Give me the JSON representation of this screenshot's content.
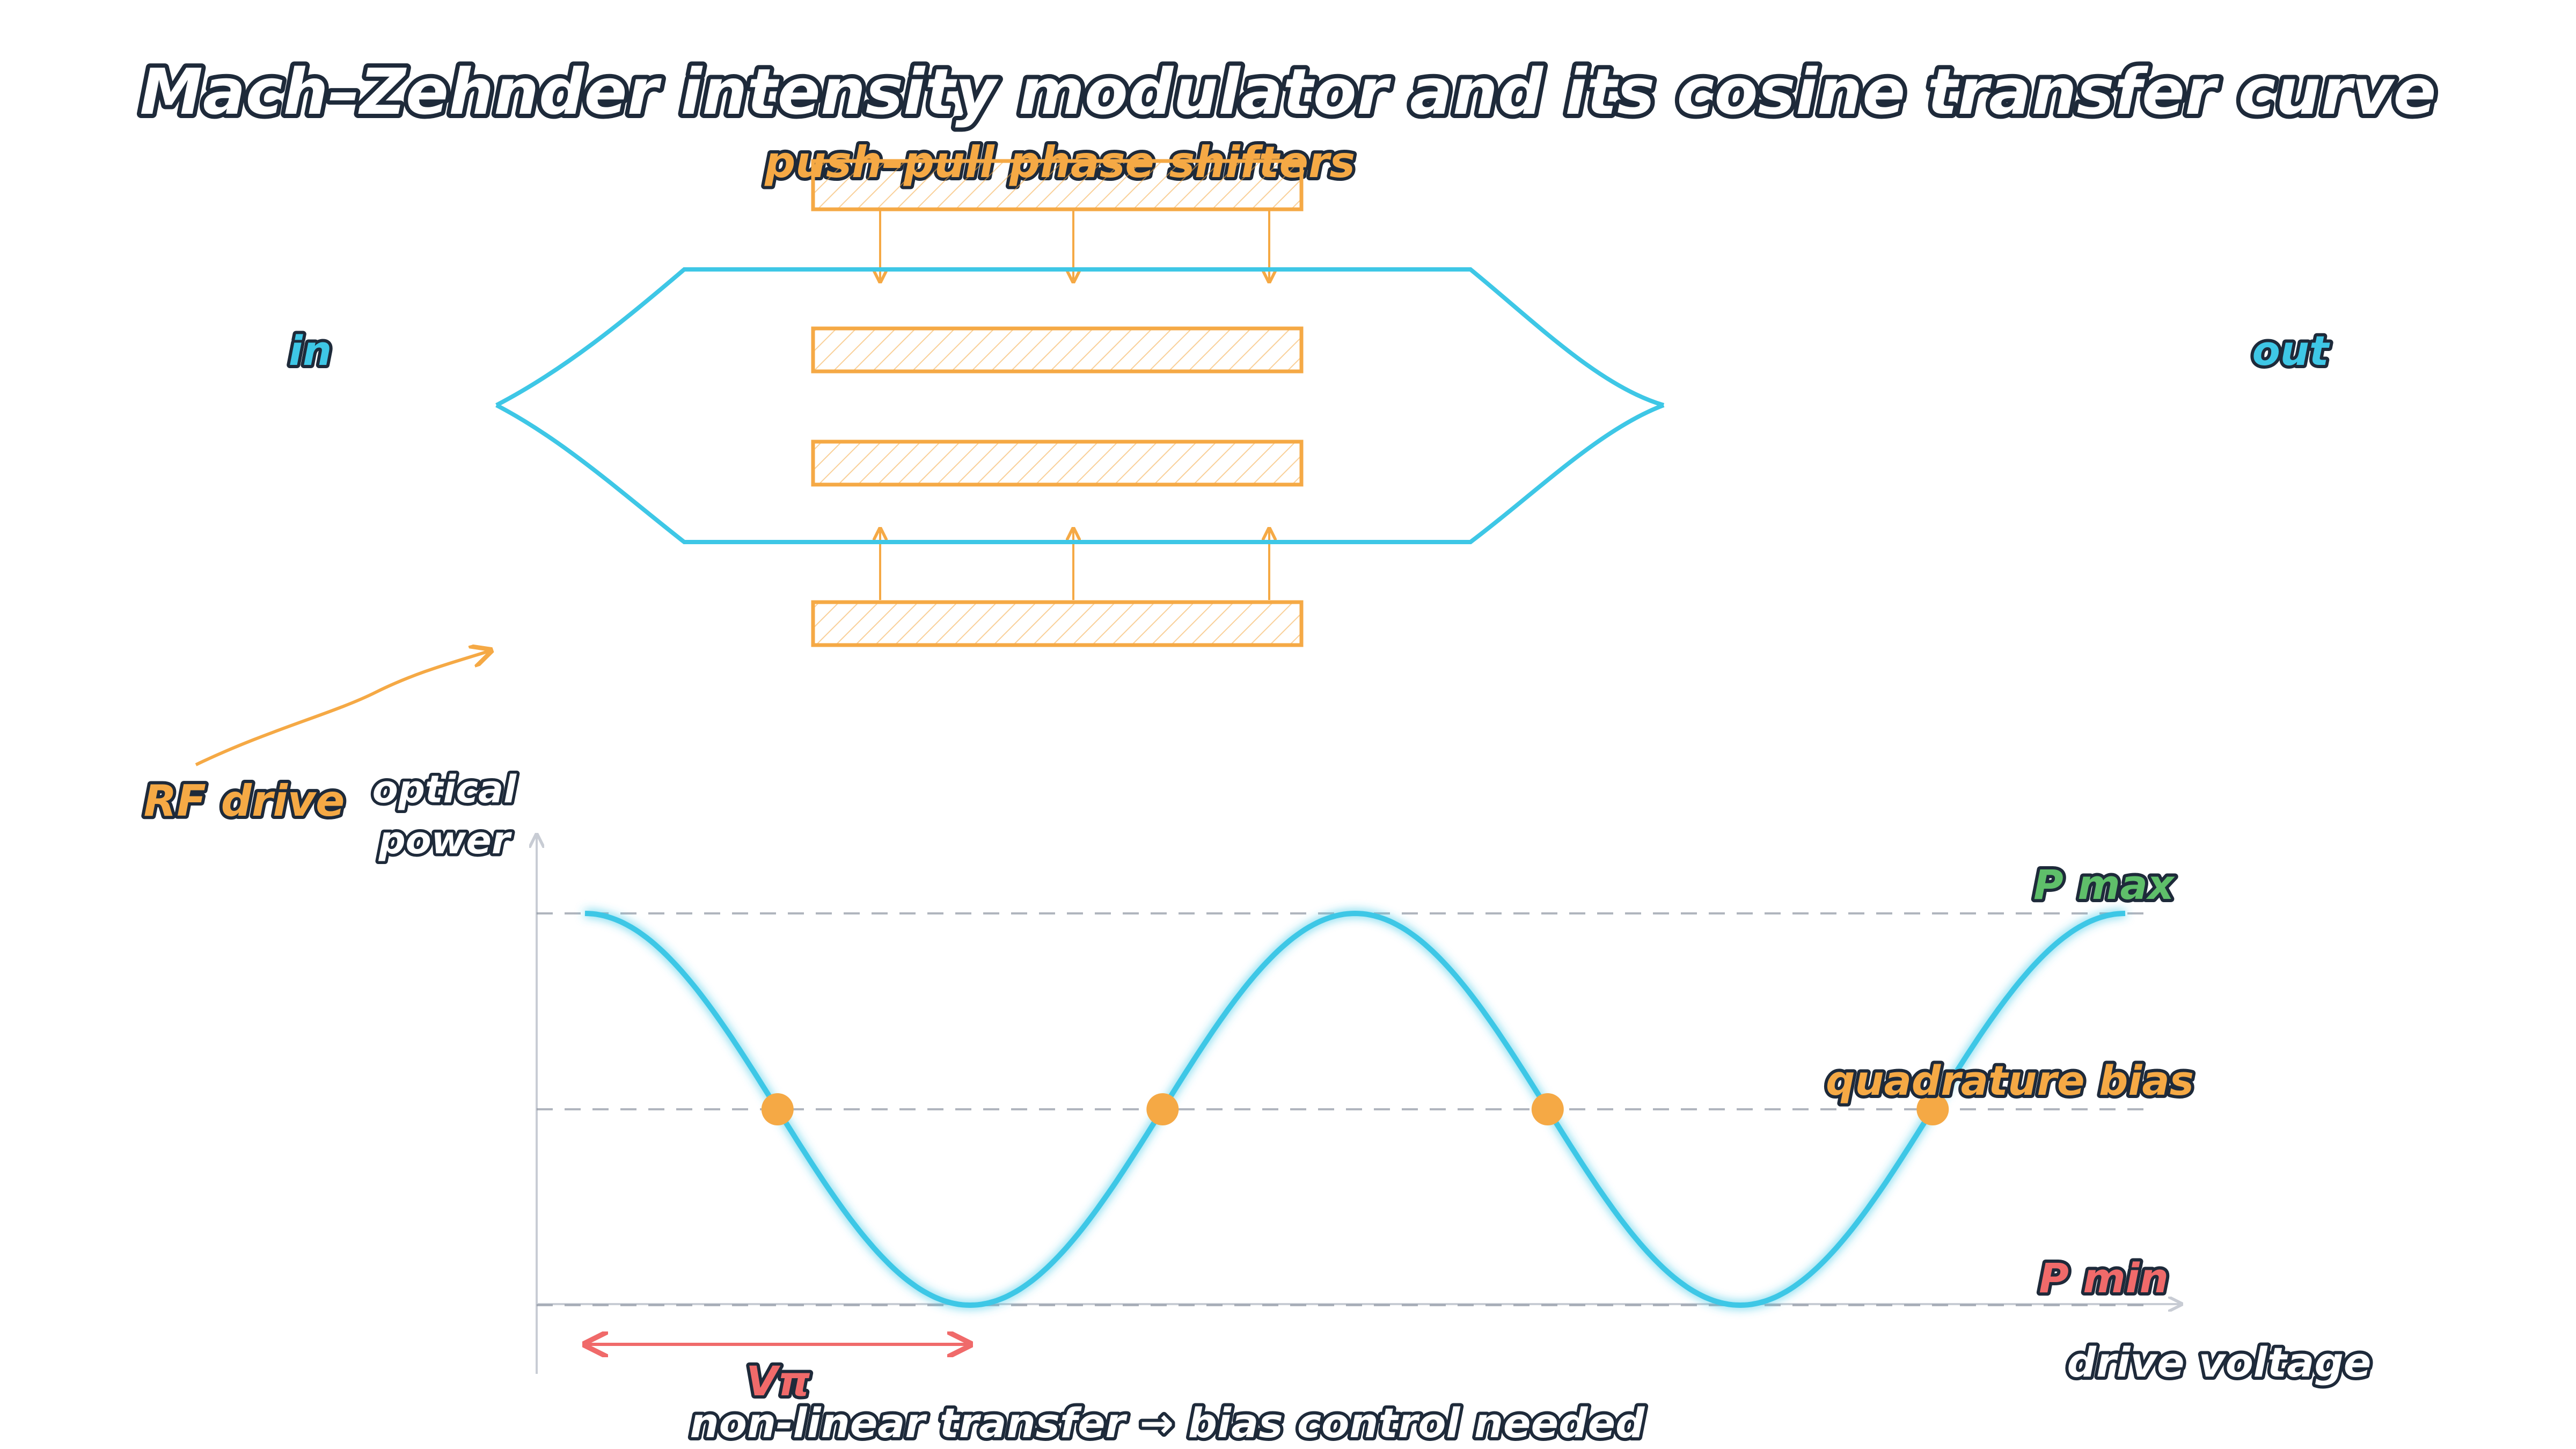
{
  "title": "Mach–Zehnder intensity modulator and its cosine transfer curve",
  "labels": {
    "phase_shifters": "push–pull phase shifters",
    "input": "in",
    "output": "out",
    "rf_drive": "RF drive",
    "y_axis_line1": "optical",
    "y_axis_line2": "power",
    "p_max": "P max",
    "p_min": "P min",
    "quadrature_bias": "quadrature bias",
    "x_axis": "drive voltage",
    "v_pi": "Vπ",
    "note": "non-linear transfer → bias control needed"
  },
  "colors": {
    "waveguide": "#3ec7e6",
    "electrode": "#f5a945",
    "p_max": "#5fbf6a",
    "p_min": "#f06a6a",
    "v_pi": "#f06a6a",
    "text_dark": "#1e2a3a",
    "guide_dash": "#8f96a3"
  },
  "chart_data": {
    "type": "line",
    "description_of_curve": "cosine",
    "y_levels": [
      "P max",
      "quadrature bias",
      "P min"
    ],
    "periods_shown": 2,
    "quadrature_points": 4
  }
}
